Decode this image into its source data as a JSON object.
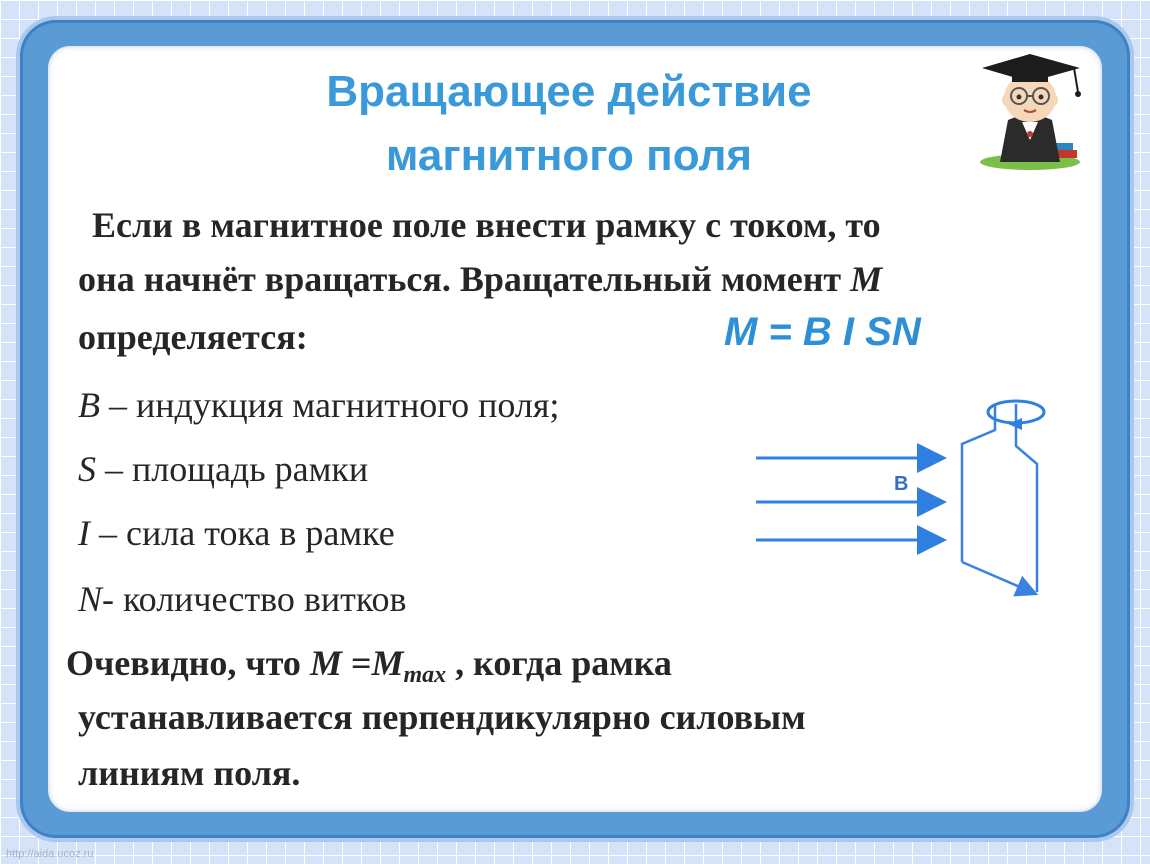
{
  "title": {
    "line1": "Вращающее действие",
    "line2": "магнитного поля"
  },
  "intro": {
    "line1": "Если в магнитное поле внести рамку с током, то",
    "line2_a": "она начнёт вращаться. Вращательный момент ",
    "line2_var": "М",
    "line3": "определяется:"
  },
  "formula": "М = В I SN",
  "definitions": [
    {
      "symbol": "В",
      "text": " – индукция магнитного поля;"
    },
    {
      "symbol": "S",
      "text": " – площадь рамки"
    },
    {
      "symbol": "I",
      "text": " – сила тока в рамке"
    },
    {
      "symbol": "N",
      "text": "-  количество витков"
    }
  ],
  "conclusion": {
    "a": "Очевидно, что ",
    "m1": "М",
    "eq": " =",
    "m2": "М",
    "sub": "max",
    "b": " , когда рамка",
    "line2": "устанавливается перпендикулярно силовым",
    "line3": "линиям поля."
  },
  "diagram": {
    "field_label": "В"
  },
  "watermark": "http://aida.ucoz.ru",
  "colors": {
    "title": "#3a9ad9",
    "formula": "#2e8fd6",
    "field_lines": "#2f7fe0",
    "frame": "#3b82e0"
  }
}
